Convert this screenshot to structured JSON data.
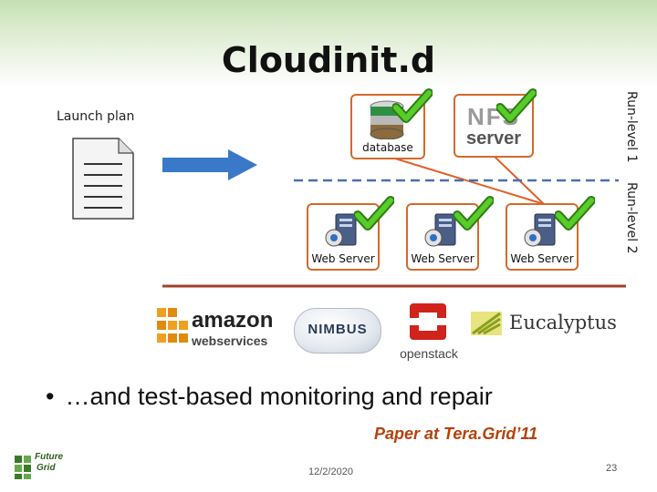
{
  "slide": {
    "title": "Cloudinit.d",
    "launch_plan_label": "Launch plan",
    "run_level_1": "Run-level 1",
    "run_level_2": "Run-level 2",
    "database_label": "database",
    "nfs_logo_top": "NFS",
    "nfs_logo_bottom": "server",
    "web_server_labels": [
      "Web Server",
      "Web Server",
      "Web Server"
    ],
    "bullet_text": "…and test-based monitoring and repair",
    "paper_note": "Paper at Tera.Grid’11",
    "footer_date": "12/2/2020",
    "page_number": "23"
  },
  "logos": {
    "amazon_top": "amazon",
    "amazon_bottom": "webservices",
    "nimbus": "NIMBUS",
    "openstack": "openstack",
    "eucalyptus": "Eucalyptus",
    "futuregrid_top": "Future",
    "futuregrid_bottom": "Grid"
  },
  "colors": {
    "box_border": "#d46a2a",
    "arrow_blue": "#3a78c8",
    "check_green": "#4cc21c",
    "separator_dashed": "#4a6fb0",
    "separator_solid": "#a0412b",
    "edge_orange": "#e0602a",
    "paper_orange": "#b5410a"
  },
  "icons": [
    "document-icon",
    "arrow-right-icon",
    "database-icon",
    "checkmark-icon",
    "server-icon"
  ]
}
